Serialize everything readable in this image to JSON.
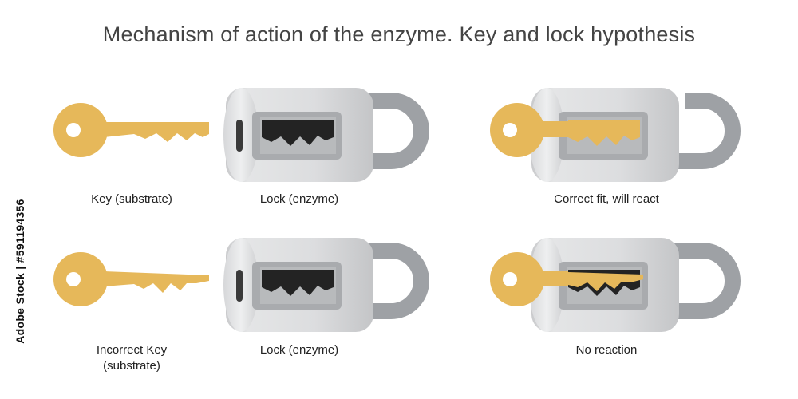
{
  "title": "Mechanism of action of the enzyme. Key and lock hypothesis",
  "labels": {
    "key_substrate": "Key (substrate)",
    "lock_1": "Lock (enzyme)",
    "correct_fit": "Correct fit, will react",
    "incorrect_key_line1": "Incorrect Key",
    "incorrect_key_line2": "(substrate)",
    "lock_2": "Lock (enzyme)",
    "no_reaction": "No reaction"
  },
  "watermark": "Adobe Stock | #591194356",
  "colors": {
    "key_gold": "#e6b85a",
    "key_outline": "#c99a3c",
    "lock_body": "#d8d8da",
    "lock_dark": "#a9abae",
    "shackle": "#9ea1a5",
    "keyway_dark": "#2a2a2a"
  }
}
